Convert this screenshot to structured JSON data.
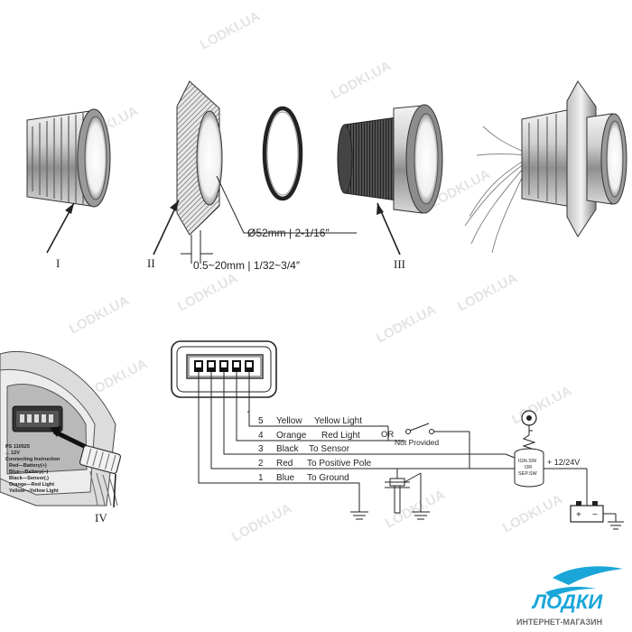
{
  "parts": {
    "bezel": "I",
    "gasket_plate": "II",
    "thread_nut": "III",
    "connector": "IV"
  },
  "dimensions": {
    "hole_diameter": "Ø52mm | 2-1/16″",
    "panel_thickness": "0.5~20mm | 1/32~3/4″"
  },
  "wires": [
    {
      "num": "5",
      "color": "Yellow",
      "function": "Yellow Light"
    },
    {
      "num": "4",
      "color": "Orange",
      "function": "Red Light"
    },
    {
      "num": "3",
      "color": "Black",
      "function": "To Sensor"
    },
    {
      "num": "2",
      "color": "Red",
      "function": "To Positive Pole"
    },
    {
      "num": "1",
      "color": "Blue",
      "function": "To Ground"
    }
  ],
  "switch": {
    "or": "OR",
    "not_provided": "Not Provided"
  },
  "ignition": {
    "line1": "IGN.SW",
    "line2": "OR",
    "line3": "SEP.SW"
  },
  "battery": {
    "voltage": "+ 12/24V",
    "plus": "+",
    "minus": "−"
  },
  "gauge_back": {
    "line1": "PS 110525",
    "line2": "... 12V",
    "line3": "Connecting Instruction",
    "line4": "Red—Battery(+)",
    "line5": "Blue—Battery(−)",
    "line6": "Black—Sensor(.)",
    "line7": "Orange—Red Light",
    "line8": "Yellow—Yellow Light"
  },
  "watermark": "LODKI.UA",
  "logo": {
    "name": "ЛОДКИ",
    "subtitle": "ИНТЕРНЕТ-МАГАЗИН",
    "color": "#1aa6d9"
  }
}
